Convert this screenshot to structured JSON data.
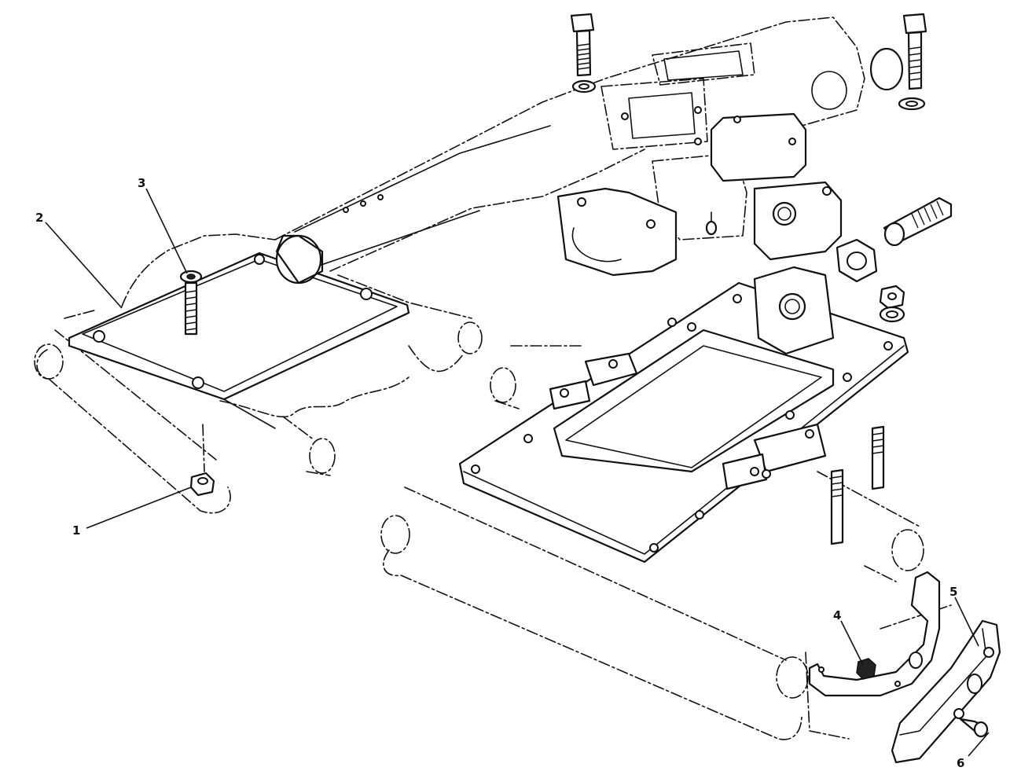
{
  "callouts": [
    {
      "id": "c1",
      "text": "1"
    },
    {
      "id": "c2",
      "text": "2"
    },
    {
      "id": "c3",
      "text": "3"
    },
    {
      "id": "c4",
      "text": "4"
    },
    {
      "id": "c5",
      "text": "5"
    },
    {
      "id": "c6",
      "text": "6"
    }
  ]
}
